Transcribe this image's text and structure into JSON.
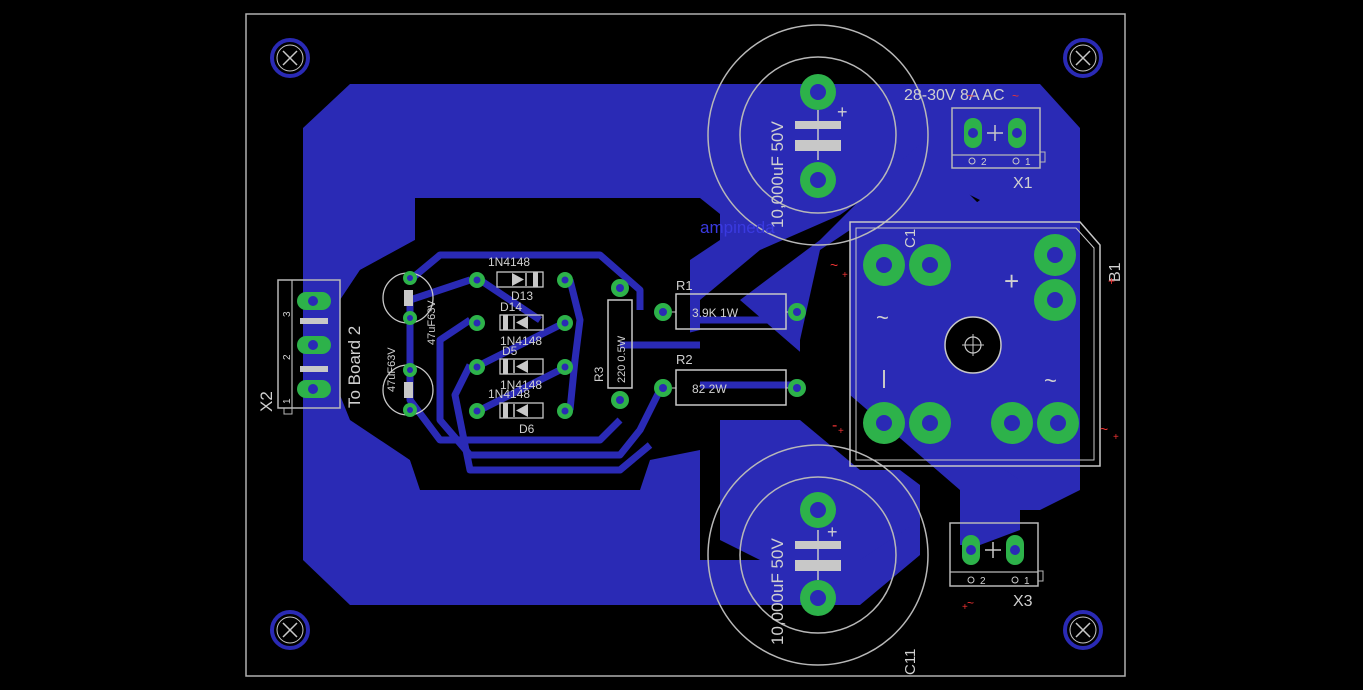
{
  "board": {
    "colors": {
      "background": "#000000",
      "copper": "#2a2ab5",
      "pad": "#2db24a",
      "silkscreen": "#c8c8c8",
      "outline": "#b0b0b0",
      "mark": "#e33333"
    }
  },
  "labels": {
    "c1_value": "10,000uF 50V",
    "c11_value": "10,000uF 50V",
    "c1_name": "C1",
    "c11_name": "C11",
    "input_label": "28-30V 8A AC",
    "x1_name": "X1",
    "x2_name": "X2",
    "x3_name": "X3",
    "b1_name": "B1",
    "to_board": "To Board 2",
    "author": "ampineda",
    "r1_name": "R1",
    "r1_value": "3.9K 1W",
    "r2_name": "R2",
    "r2_value": "82 2W",
    "r3_name": "R3",
    "r3_value": "220 0.5W",
    "d13_type": "1N4148",
    "d13_name": "D13",
    "d14_name": "D14",
    "d14_type": "1N4148",
    "d5_name": "D5",
    "d5_type": "1N4148",
    "d6_type": "1N4148",
    "d6_name": "D6",
    "cap_small_a": "47uF63V",
    "cap_small_b": "47uF63V",
    "pin1": "1",
    "pin2": "2",
    "pin3": "3"
  }
}
